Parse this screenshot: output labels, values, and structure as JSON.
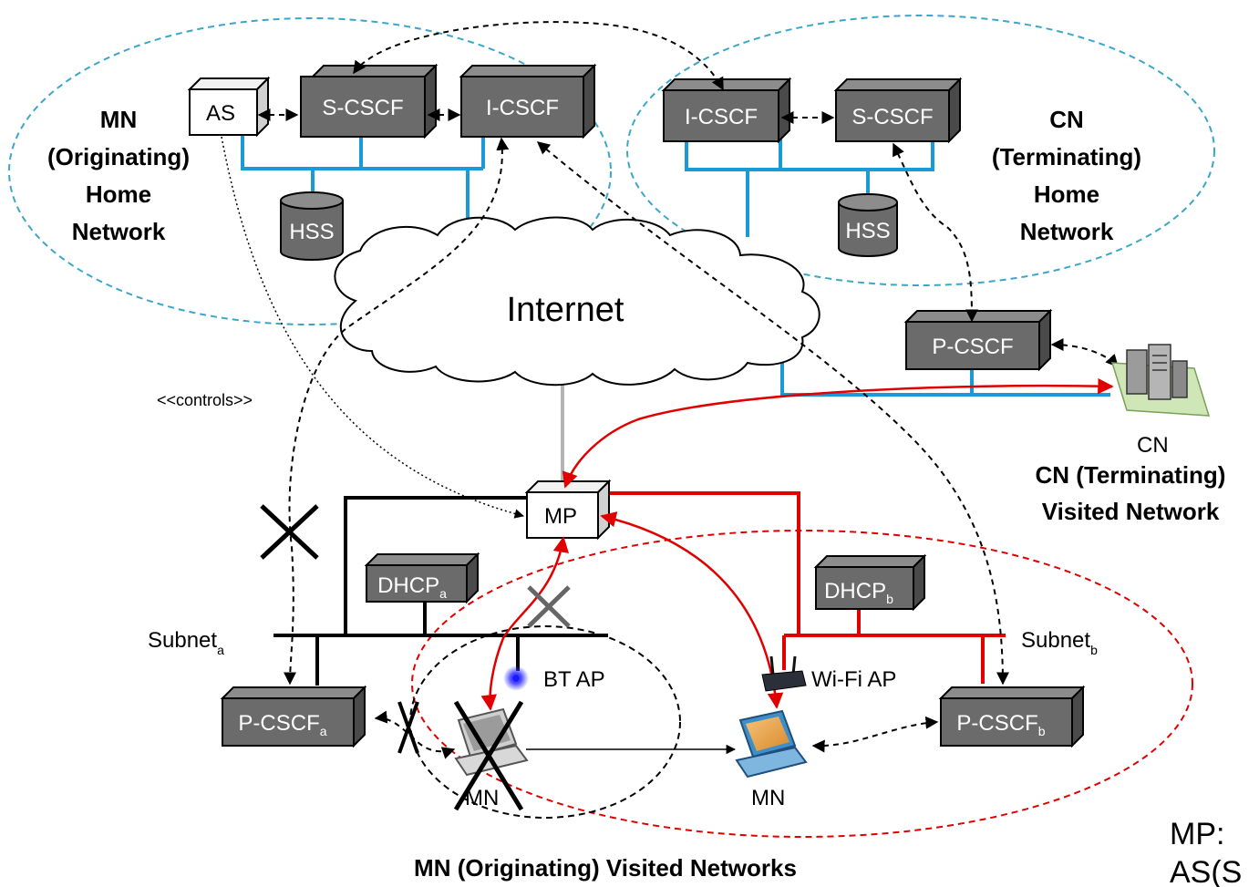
{
  "labels": {
    "internet": "Internet",
    "controls": "<<controls>>",
    "mn_home": [
      "MN",
      "(Originating)",
      "Home",
      "Network"
    ],
    "cn_home": [
      "CN",
      "(Terminating)",
      "Home",
      "Network"
    ],
    "cn_visited": [
      "CN (Terminating)",
      "Visited Network"
    ],
    "mn_visited": "MN (Originating) Visited Networks",
    "subnet_a_base": "Subnet",
    "subnet_a_sub": "a",
    "subnet_b_base": "Subnet",
    "subnet_b_sub": "b",
    "bt_ap": "BT AP",
    "wifi_ap": "Wi-Fi AP",
    "cn_node": "CN",
    "mn_old": "MN",
    "mn_new": "MN",
    "legend_line1": "MP:",
    "legend_line2": "AS(S"
  },
  "nodes": {
    "as": "AS",
    "mn_scscf": "S-CSCF",
    "mn_icscf": "I-CSCF",
    "cn_icscf": "I-CSCF",
    "cn_scscf": "S-CSCF",
    "mn_hss": "HSS",
    "cn_hss": "HSS",
    "cn_pcscf": "P-CSCF",
    "mp": "MP",
    "dhcp_a_base": "DHCP",
    "dhcp_a_sub": "a",
    "dhcp_b_base": "DHCP",
    "dhcp_b_sub": "b",
    "pcscf_a_base": "P-CSCF",
    "pcscf_a_sub": "a",
    "pcscf_b_base": "P-CSCF",
    "pcscf_b_sub": "b"
  },
  "colors": {
    "server_fill": "#6b6b6b",
    "server_top": "#8c8c8c",
    "server_side": "#4a4a4a",
    "home_link": "#1a9ad6",
    "home_ellipse": "#3aa7c9",
    "active_path": "#e00000",
    "visited_ellipse_red": "#e00000",
    "internet_link": "#b4b4b4"
  }
}
